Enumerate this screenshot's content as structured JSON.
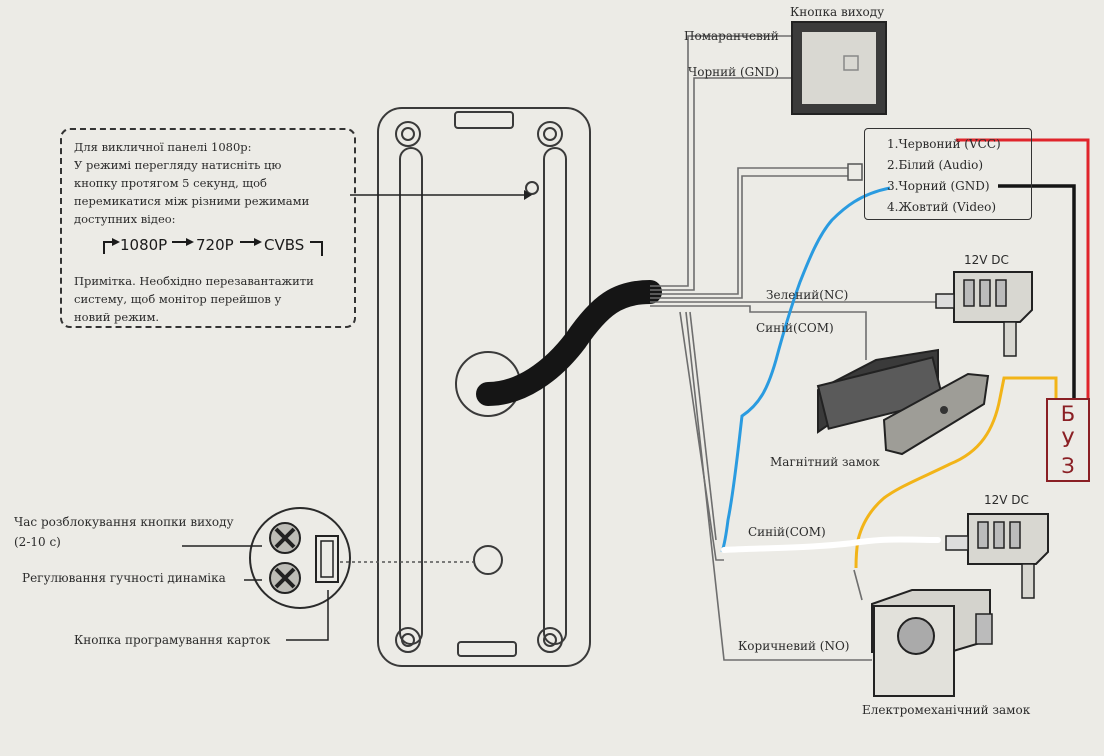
{
  "diagram": {
    "exit_button": {
      "title": "Кнопка виходу",
      "wires": [
        "Помаранчевий",
        "Чорний (GND)"
      ]
    },
    "note": {
      "lines": [
        "Для викличної панелі 1080p:",
        "У режимі перегляду натисніть цю",
        "кнопку протягом 5 секунд, щоб",
        "перемикатися між різними режимами",
        "доступних відео:"
      ],
      "modes": [
        "1080P",
        "720P",
        "CVBS"
      ],
      "remark_lines": [
        "Примітка. Необхідно перезавантажити",
        "систему, щоб монітор перейшов у",
        "новий режим."
      ]
    },
    "monitor_connector": {
      "pins": [
        "1.Червоний (VCC)",
        "2.Білий (Audio)",
        "3.Чорний (GND)",
        "4.Жовтий (Video)"
      ]
    },
    "power_supplies": [
      "12V DC",
      "12V DC"
    ],
    "lock_wires": {
      "nc": "Зелений(NC)",
      "com_top": "Синій(COM)",
      "com_bottom": "Синій(COM)",
      "no": "Коричневий (NO)"
    },
    "magnetic_lock": {
      "label": "Магнітний замок"
    },
    "electromech_lock": {
      "label": "Електромеханічний замок"
    },
    "buz": {
      "letters": [
        "Б",
        "У",
        "З"
      ]
    },
    "left_labels": [
      "Час розблокування кнопки виходу",
      "(2-10 с)",
      "Регулювання гучності динаміка",
      "Кнопка програмування карток"
    ],
    "colors": {
      "red": "#e0242b",
      "black": "#151515",
      "blue": "#2a9be0",
      "yellow": "#f2b418",
      "white": "#ffffff",
      "buz": "#8a1f24"
    }
  }
}
